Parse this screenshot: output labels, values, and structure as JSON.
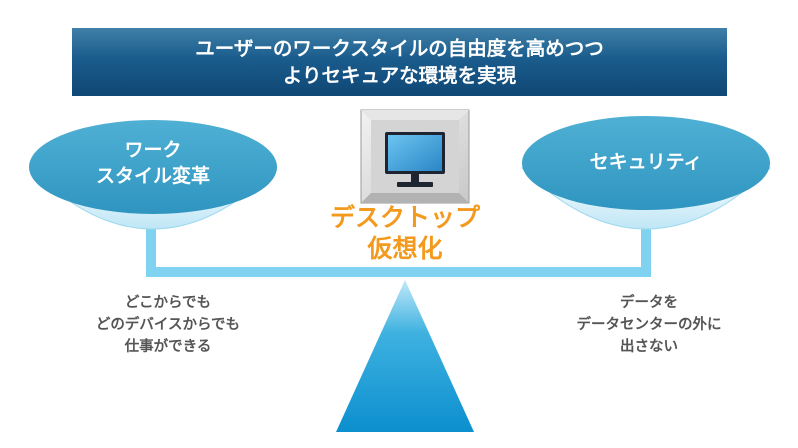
{
  "banner": {
    "line1": "ユーザーのワークスタイルの自由度を高めつつ",
    "line2": "よりセキュアな環境を実現"
  },
  "left_dish": {
    "line1": "ワーク",
    "line2": "スタイル変革"
  },
  "right_dish": {
    "line1": "セキュリティ"
  },
  "center": {
    "line1": "デスクトップ",
    "line2": "仮想化"
  },
  "left_caption": {
    "line1": "どこからでも",
    "line2": "どのデバイスからでも",
    "line3": "仕事ができる"
  },
  "right_caption": {
    "line1": "データを",
    "line2": "データセンターの外に",
    "line3": "出さない"
  },
  "icons": {
    "center": "desktop-monitor-icon"
  },
  "colors": {
    "banner": "#1a5c8c",
    "dish": "#3aa1c8",
    "beam": "#7fd3f0",
    "center_text": "#f39a1e",
    "caption_text": "#555555"
  }
}
